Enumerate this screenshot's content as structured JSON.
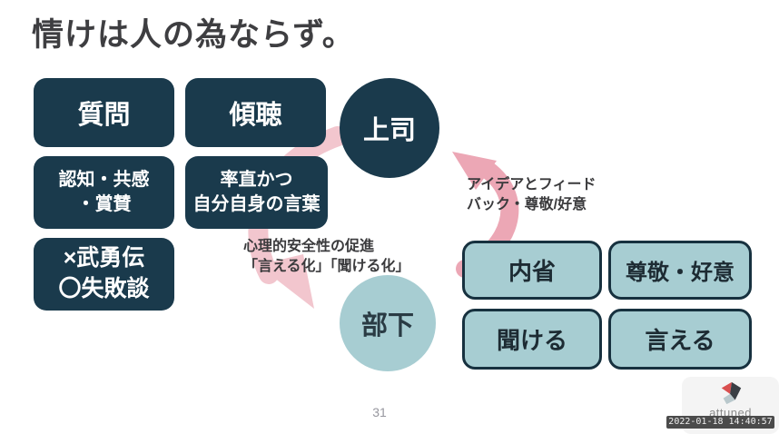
{
  "title": "情けは人の為ならず。",
  "boss_circle_label": "上司",
  "subordinate_circle_label": "部下",
  "boss_actions": {
    "question": "質問",
    "listening": "傾聴",
    "recognition": {
      "line1": "認知・共感",
      "line2": "・賞賛"
    },
    "frank_words": {
      "line1": "率直かつ",
      "line2": "自分自身の言葉"
    },
    "stories": {
      "line1": "×武勇伝",
      "line2": "〇失敗談"
    }
  },
  "subordinate_gives": {
    "line1": "アイデアとフィード",
    "line2": "バック・尊敬/好意"
  },
  "psych_safety": {
    "line1": "心理的安全性の促進",
    "line2": "「言える化」「聞ける化」"
  },
  "subordinate_outcomes": {
    "introspection": "内省",
    "respect": "尊敬・好意",
    "can_listen": "聞ける",
    "can_say": "言える"
  },
  "footer": {
    "page_number": "31",
    "logo_text": "attuned",
    "timestamp": "2022-01-18 14:40:57"
  },
  "icons": {
    "arrow_boss_to_subordinate": "curved-pink-arrow-down",
    "arrow_subordinate_to_boss": "curved-pink-arrow-up",
    "logo_mark": "attuned-pinwheel"
  },
  "colors": {
    "dark_navy": "#1a3a4c",
    "teal_fill": "#a7cdd2",
    "teal_border": "#17313f",
    "pink_light": "#f2c6ce",
    "pink_deep": "#eca7b5",
    "title_text": "#3e3e41",
    "timestamp_bg": "#4b4b4b",
    "logo_red": "#d94f4f",
    "logo_dark": "#3a3f45",
    "logo_gray": "#b9c8cc"
  }
}
